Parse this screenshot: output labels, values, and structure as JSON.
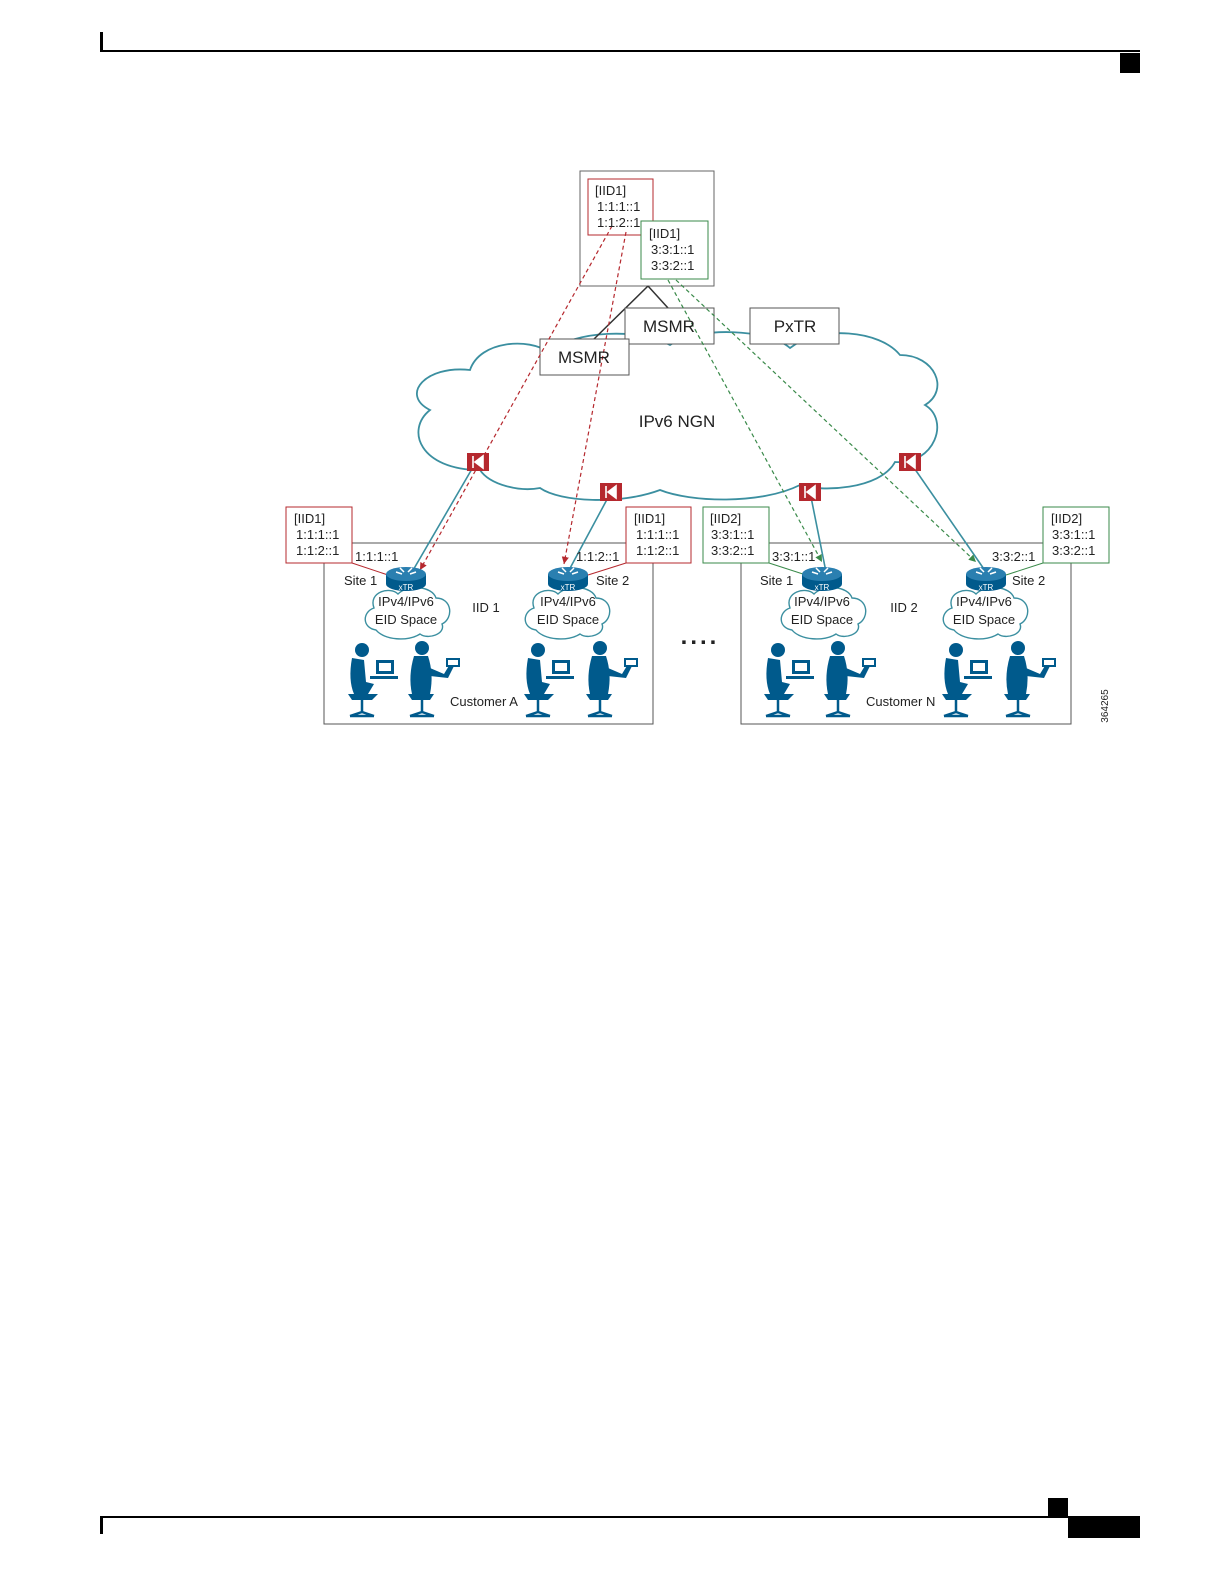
{
  "diagram": {
    "mapping_system": {
      "red_table": {
        "iid": "[IID1]",
        "rows": [
          "1:1:1::1",
          "1:1:2::1"
        ]
      },
      "green_table": {
        "iid": "[IID1]",
        "rows": [
          "3:3:1::1",
          "3:3:2::1"
        ]
      }
    },
    "msmr_label": "MSMR",
    "pxtr_label": "PxTR",
    "cloud_label": "IPv6 NGN",
    "dots": "....",
    "customer_a": {
      "label": "Customer A",
      "iid_label": "IID 1",
      "site1": {
        "site_label": "Site 1",
        "rloc": "1:1:1::1",
        "cloud_line1": "IPv4/IPv6",
        "cloud_line2": "EID Space",
        "table": {
          "iid": "[IID1]",
          "rows": [
            "1:1:1::1",
            "1:1:2::1"
          ]
        }
      },
      "site2": {
        "site_label": "Site 2",
        "rloc": "1:1:2::1",
        "cloud_line1": "IPv4/IPv6",
        "cloud_line2": "EID Space",
        "table": {
          "iid": "[IID1]",
          "rows": [
            "1:1:1::1",
            "1:1:2::1"
          ]
        }
      }
    },
    "customer_n": {
      "label": "Customer N",
      "iid_label": "IID 2",
      "site1": {
        "site_label": "Site 1",
        "rloc": "3:3:1::1",
        "cloud_line1": "IPv4/IPv6",
        "cloud_line2": "EID Space",
        "table": {
          "iid": "[IID2]",
          "rows": [
            "3:3:1::1",
            "3:3:2::1"
          ]
        }
      },
      "site2": {
        "site_label": "Site 2",
        "rloc": "3:3:2::1",
        "cloud_line1": "IPv4/IPv6",
        "cloud_line2": "EID Space",
        "table": {
          "iid": "[IID2]",
          "rows": [
            "3:3:1::1",
            "3:3:2::1"
          ]
        }
      }
    },
    "router_label": "xTR",
    "figure_id": "364265",
    "colors": {
      "red": "#b5282e",
      "green": "#3a8a4a",
      "teal": "#3b8fa0",
      "navy": "#005a8c"
    }
  }
}
